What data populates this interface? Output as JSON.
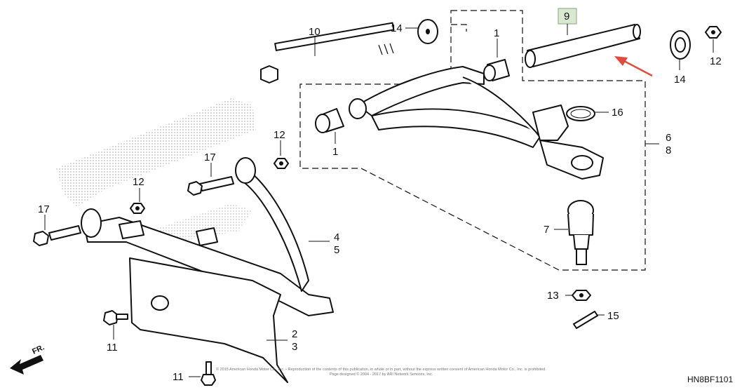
{
  "callouts": {
    "c1a": "1",
    "c1b": "1",
    "c2": "2",
    "c3": "3",
    "c4": "4",
    "c5": "5",
    "c6": "6",
    "c8": "8",
    "c7": "7",
    "c9": "9",
    "c10": "10",
    "c11a": "11",
    "c11b": "11",
    "c12a": "12",
    "c12b": "12",
    "c12c": "12",
    "c13": "13",
    "c14a": "14",
    "c14b": "14",
    "c15": "15",
    "c16": "16",
    "c17a": "17",
    "c17b": "17"
  },
  "diagram_code": "HN8BF1101",
  "direction_label": "FR.",
  "copyright": "© 2015 American Honda Motor Co., Inc. - Reproduction of the contents of this publication, in whole or in part, without the express written consent of American Honda Motor Co., Inc. is prohibited.",
  "copyright2": "Page designed © 2004 - 2017 by ARI Network Services, Inc.",
  "colors": {
    "highlight_box": "#d9e8d0",
    "arrow": "#e24b3b",
    "ink": "#111111"
  }
}
